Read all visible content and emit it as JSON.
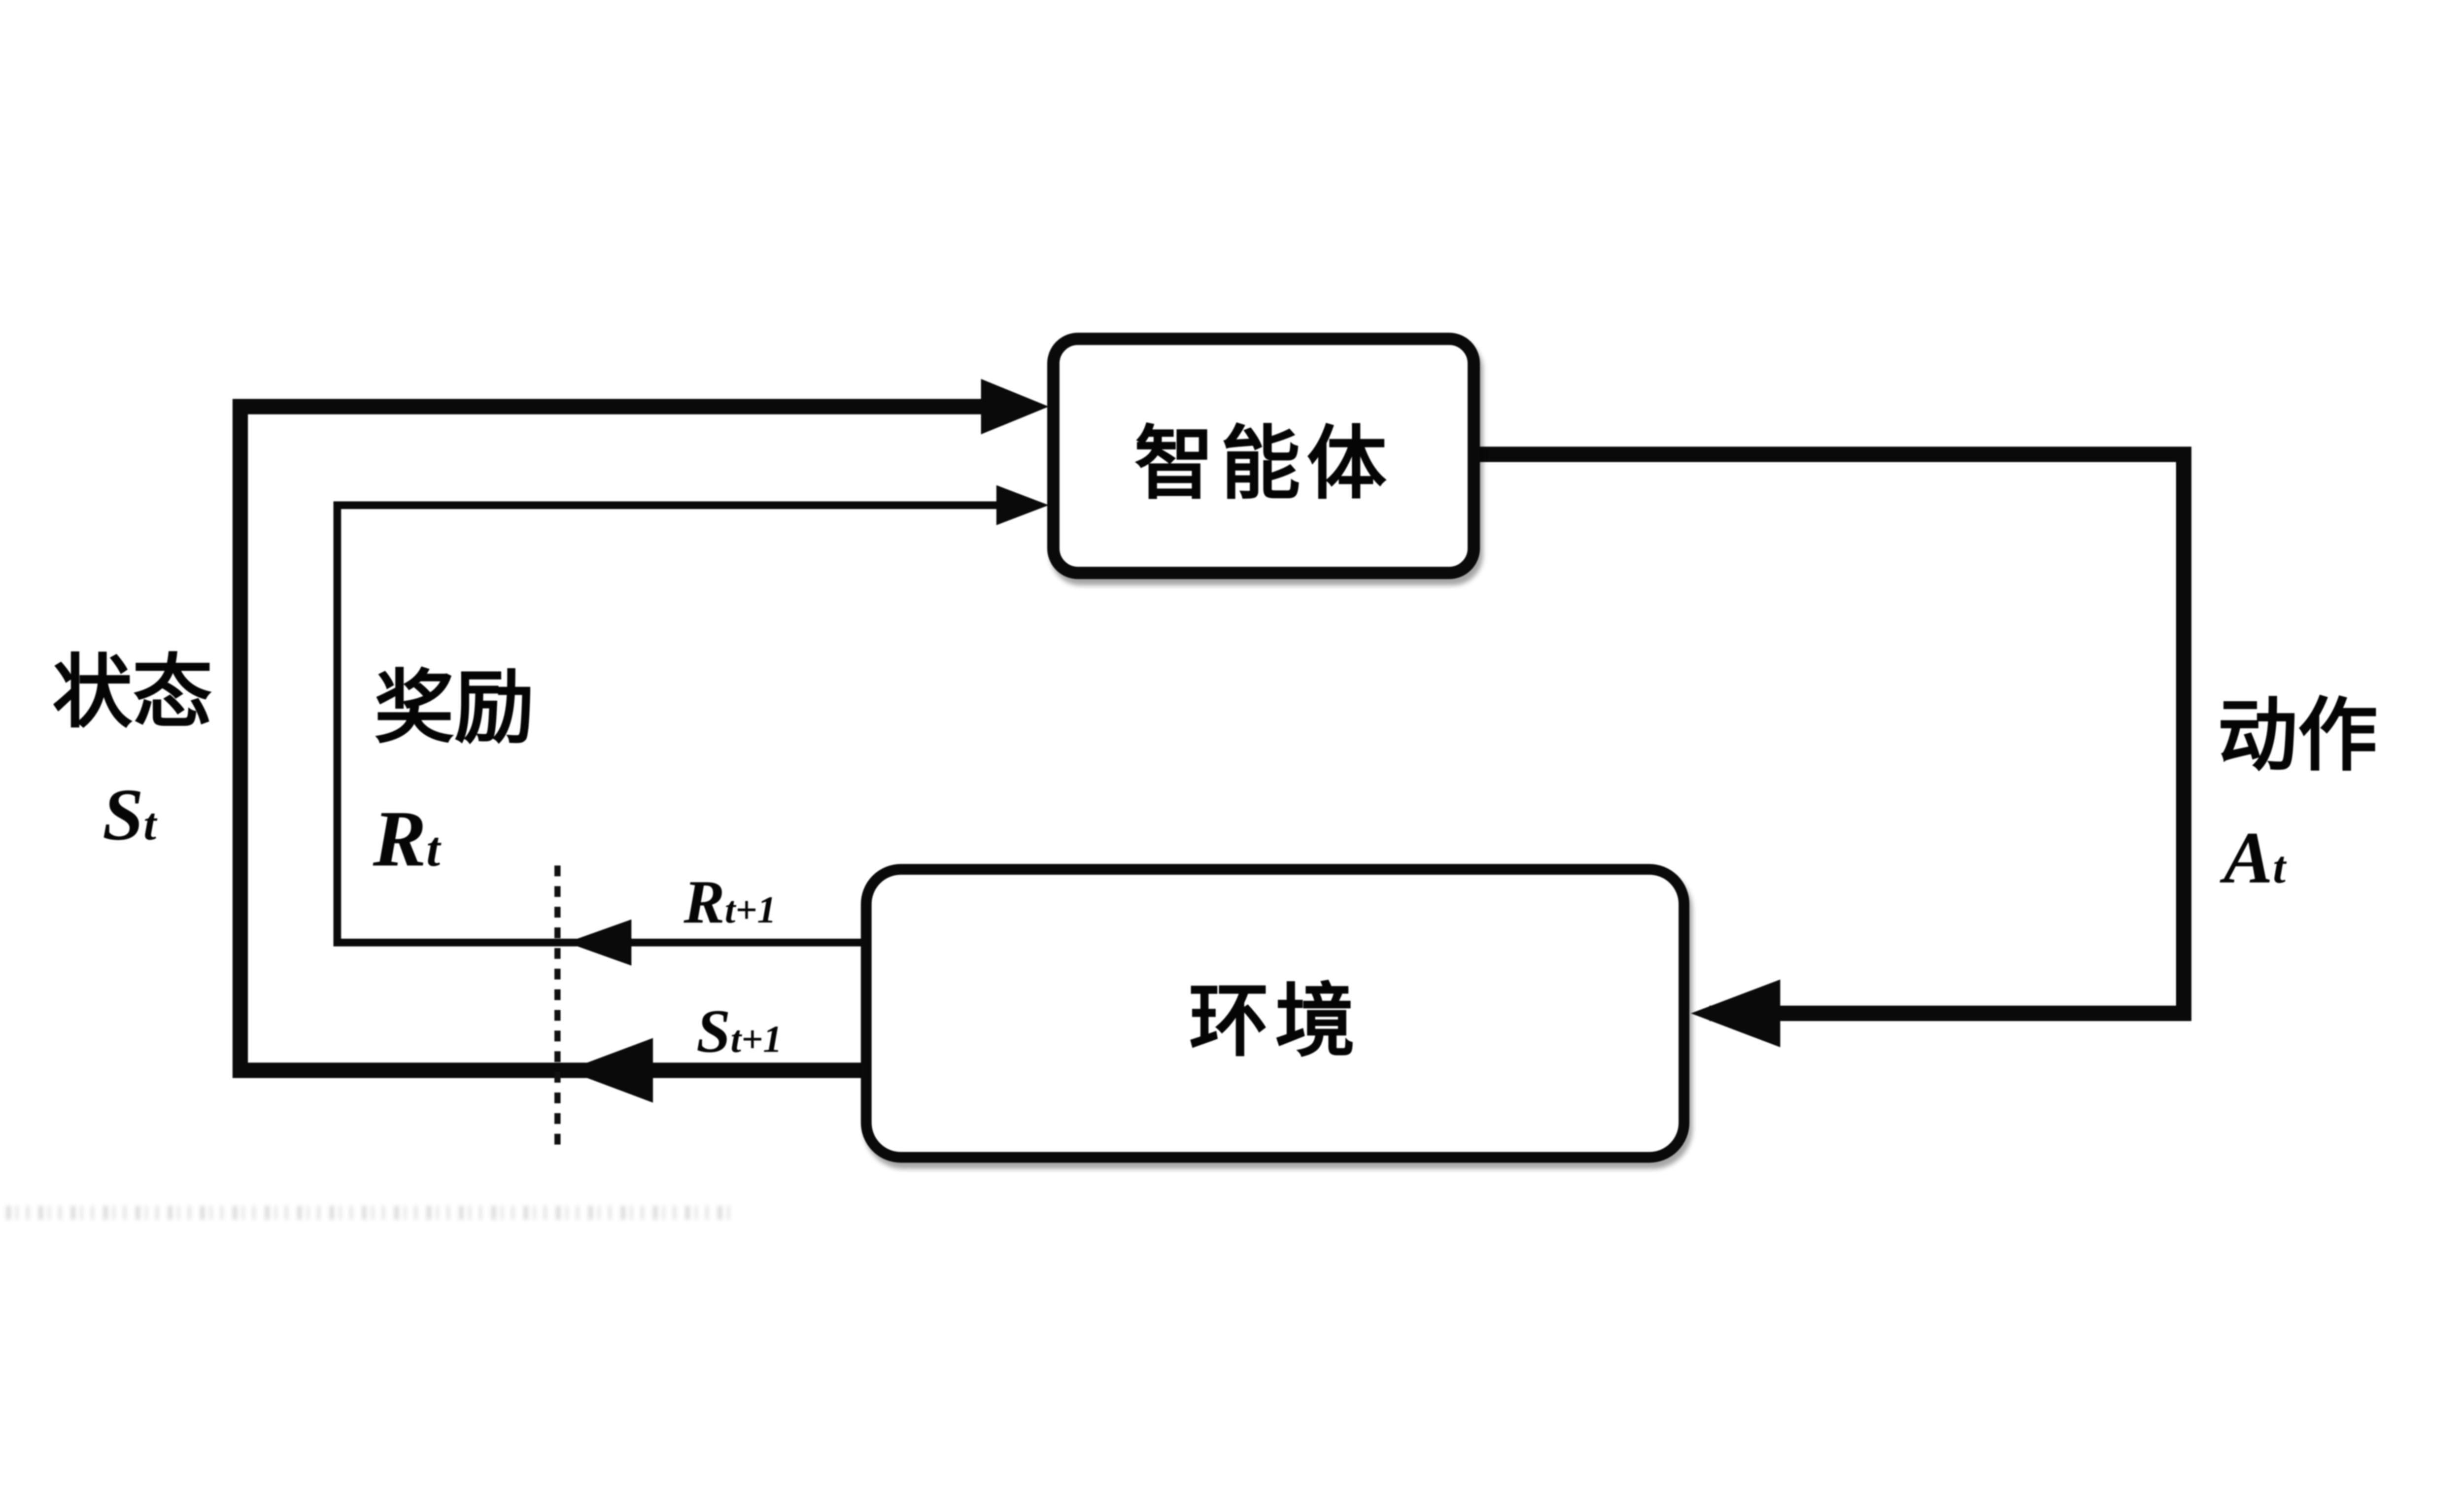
{
  "diagram": {
    "background_color": "#ffffff",
    "line_color": "#0a0a0a",
    "boxes": {
      "agent": {
        "label": "智能体"
      },
      "environment": {
        "label": "环境"
      }
    },
    "labels": {
      "state": {
        "caption": "状态",
        "symbol": "S",
        "subscript": "t"
      },
      "reward": {
        "caption": "奖励",
        "symbol": "R",
        "subscript": "t"
      },
      "action": {
        "caption": "动作",
        "symbol": "A",
        "subscript": "t"
      },
      "next_reward": {
        "symbol": "R",
        "subscript": "t+1"
      },
      "next_state": {
        "symbol": "S",
        "subscript": "t+1"
      }
    }
  }
}
